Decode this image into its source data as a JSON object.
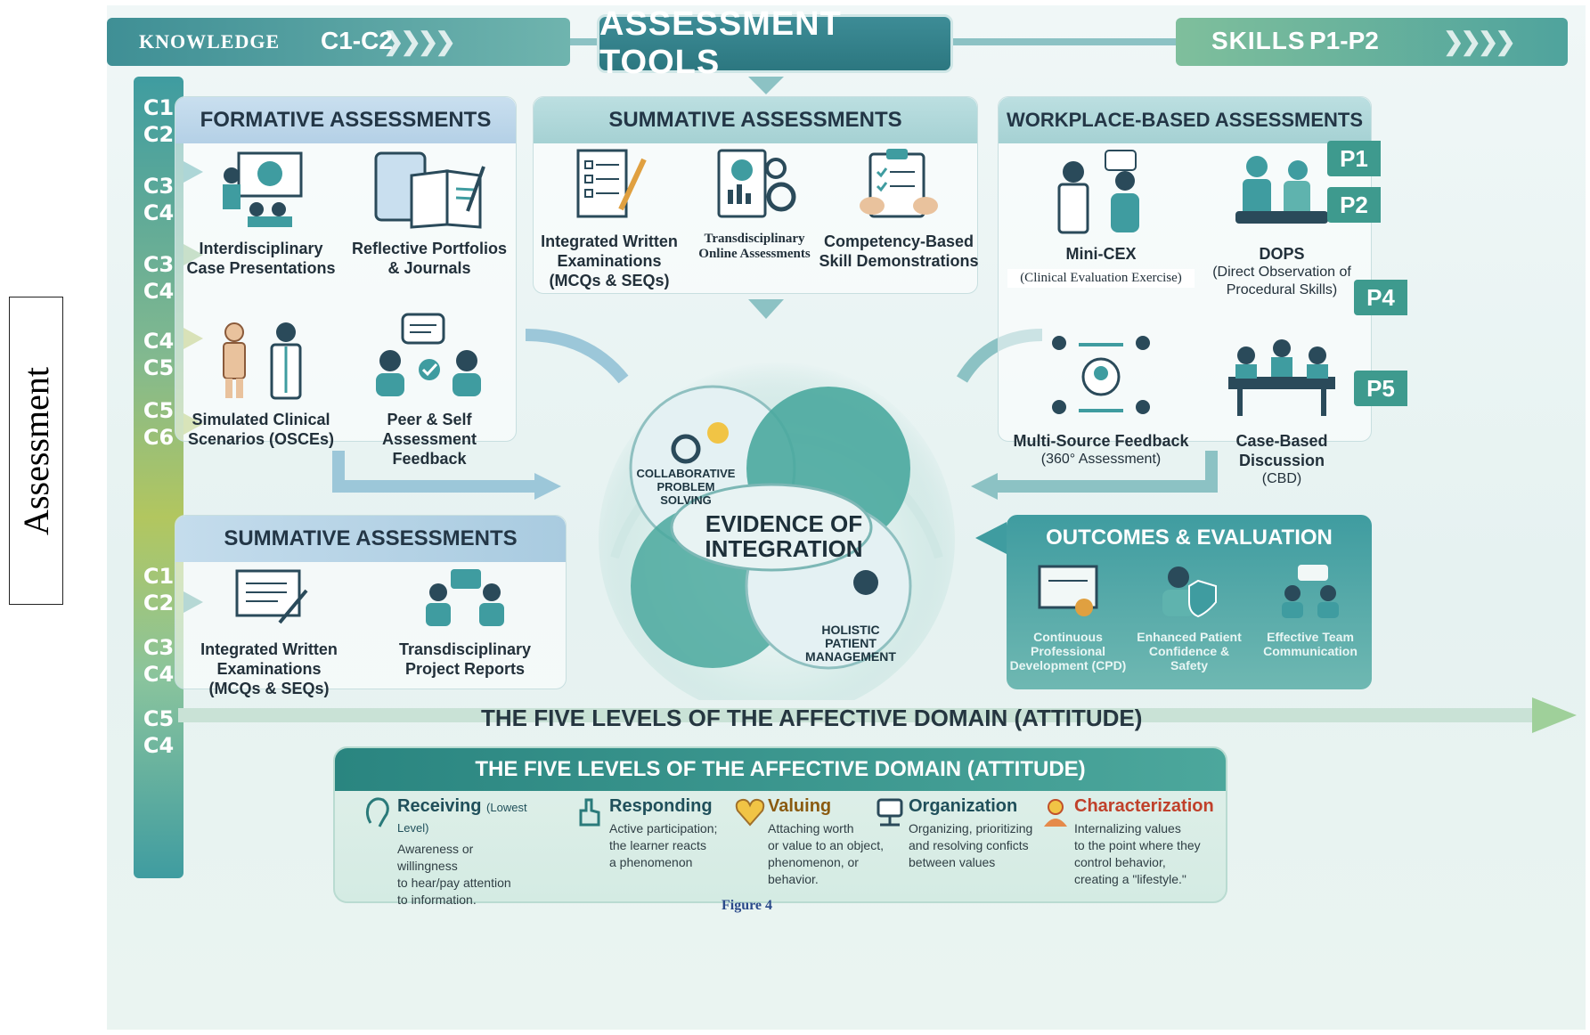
{
  "side_label": "Assessment",
  "header": {
    "knowledge": "KNOWLEDGE",
    "knowledge_levels": "C1-C2",
    "title": "ASSESSMENT TOOLS",
    "skills": "SKILLS",
    "skills_levels": "P1-P2"
  },
  "levels_left": [
    "C1",
    "C2",
    "C3",
    "C4",
    "C3",
    "C4",
    "C4",
    "C5",
    "C5",
    "C6",
    "C1",
    "C2",
    "C3",
    "C4",
    "C5",
    "C4"
  ],
  "formative": {
    "title": "FORMATIVE ASSESSMENTS",
    "items": [
      {
        "label": "Interdisciplinary",
        "label2": "Case Presentations",
        "icon": "presentation-icon"
      },
      {
        "label": "Reflective Portfolios",
        "label2": "& Journals",
        "icon": "portfolio-icon"
      },
      {
        "label": "Simulated Clinical",
        "label2": "Scenarios (OSCEs)",
        "icon": "mannequin-icon"
      },
      {
        "label": "Peer & Self Assessment",
        "label2": "Feedback",
        "icon": "peer-feedback-icon"
      }
    ]
  },
  "summative_top": {
    "title": "SUMMATIVE ASSESSMENTS",
    "items": [
      {
        "label": "Integrated Written",
        "label2": "Examinations",
        "label3": "(MCQs & SEQs)",
        "icon": "exam-paper-icon"
      },
      {
        "label": "Transdisciplinary",
        "label2": "Online Assessments",
        "icon": "online-assessment-icon"
      },
      {
        "label": "Competency-Based",
        "label2": "Skill Demonstrations",
        "icon": "clipboard-icon"
      }
    ]
  },
  "workplace": {
    "title": "WORKPLACE-BASED ASSESSMENTS",
    "items": [
      {
        "label": "Mini-CEX",
        "label2": "(Clinical Evaluation Exercise)",
        "icon": "doctor-patient-icon"
      },
      {
        "label": "DOPS",
        "label2": "(Direct Observation of",
        "label3": "Procedural Skills)",
        "icon": "surgery-icon"
      },
      {
        "label": "Multi-Source Feedback",
        "label2": "(360° Assessment)",
        "icon": "multi-source-icon"
      },
      {
        "label": "Case-Based Discussion",
        "label2": "(CBD)",
        "icon": "discussion-icon"
      }
    ],
    "tags": [
      "P1",
      "P2",
      "P4",
      "P5"
    ]
  },
  "summative_bottom": {
    "title": "SUMMATIVE ASSESSMENTS",
    "items": [
      {
        "label": "Integrated Written",
        "label2": "Examinations",
        "label3": "(MCQs & SEQs)",
        "icon": "exam-board-icon"
      },
      {
        "label": "Transdisciplinary",
        "label2": "Project Reports",
        "icon": "team-report-icon"
      }
    ]
  },
  "outcomes": {
    "title": "OUTCOMES & EVALUATION",
    "items": [
      {
        "label": "Continuous",
        "label2": "Professional",
        "label3": "Development (CPD)",
        "icon": "certificate-icon"
      },
      {
        "label": "Enhanced Patient",
        "label2": "Confidence &",
        "label3": "Safety",
        "icon": "shield-patient-icon"
      },
      {
        "label": "Effective Team",
        "label2": "Communication",
        "icon": "team-chat-icon"
      }
    ]
  },
  "center": {
    "title1": "EVIDENCE OF",
    "title2": "INTEGRATION",
    "petal1": [
      "COLLABORATIVE",
      "PROBLEM",
      "SOLVING"
    ],
    "petal2": [
      "HOLISTIC",
      "PATIENT",
      "MANAGEMENT"
    ]
  },
  "affective_arrow_title": "THE FIVE LEVELS OF THE AFFECTIVE DOMAIN (ATTITUDE)",
  "affective": {
    "title": "THE FIVE LEVELS OF THE AFFECTIVE DOMAIN (ATTITUDE)",
    "levels": [
      {
        "name": "Receiving",
        "note": "(Lowest Level)",
        "desc": [
          "Awareness or willingness",
          "to hear/pay attention",
          "to information."
        ],
        "icon": "ear-icon"
      },
      {
        "name": "Responding",
        "note": "",
        "desc": [
          "Active participation;",
          "the learner reacts",
          "a phenomenon"
        ],
        "icon": "hand-icon"
      },
      {
        "name": "Valuing",
        "note": "",
        "desc": [
          "Attaching worth",
          "or value to an object,",
          "phenomenon, or",
          "behavior."
        ],
        "icon": "heart-icon"
      },
      {
        "name": "Organization",
        "note": "",
        "desc": [
          "Organizing, prioritizing",
          "and resolving conficts",
          "between values"
        ],
        "icon": "organization-icon"
      },
      {
        "name": "Characterization",
        "note": "",
        "desc": [
          "Internalizing values",
          "to the point where they",
          "control behavior,",
          "creating a \"lifestyle.\""
        ],
        "icon": "person-star-icon"
      }
    ]
  },
  "caption": "Figure 4",
  "colors": {
    "teal": "#2f8a8e",
    "light_blue": "#c9dfef",
    "green": "#4ca79c",
    "lime": "#b2c65f"
  }
}
